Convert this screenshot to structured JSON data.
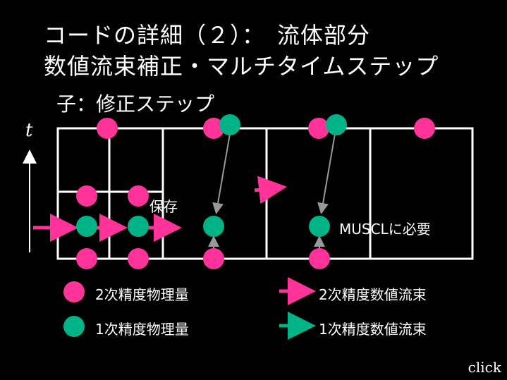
{
  "title_line1": "コードの詳細（２）：　流体部分",
  "title_line2": "数値流束補正・マルチタイムステップ",
  "subtitle": "子：修正ステップ",
  "axis_label": "t",
  "note_save": "保存",
  "note_muscl": "MUSCLに必要",
  "legend": {
    "pink_dot": "2次精度物理量",
    "teal_dot": "1次精度物理量",
    "pink_arrow": "2次精度数値流束",
    "teal_arrow": "1次精度数値流束"
  },
  "click_label": "click",
  "colors": {
    "pink": "#ff3399",
    "teal": "#00b386",
    "grid": "#ffffff",
    "arrow_gray": "#999999",
    "background": "#000000"
  }
}
